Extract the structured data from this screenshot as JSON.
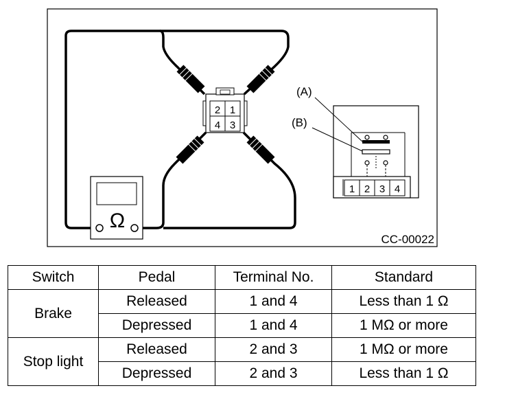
{
  "figure": {
    "caption_code": "CC-00022",
    "meter_symbol": "Ω",
    "connector_terminals": [
      "2",
      "1",
      "4",
      "3"
    ],
    "callouts": [
      "(A)",
      "(B)"
    ],
    "switch_terminals": [
      "1",
      "2",
      "3",
      "4"
    ]
  },
  "table": {
    "headers": [
      "Switch",
      "Pedal",
      "Terminal No.",
      "Standard"
    ],
    "groups": [
      {
        "switch": "Brake",
        "rows": [
          {
            "pedal": "Released",
            "terminal": "1 and 4",
            "standard": "Less than 1 Ω"
          },
          {
            "pedal": "Depressed",
            "terminal": "1 and 4",
            "standard": "1 MΩ or more"
          }
        ]
      },
      {
        "switch": "Stop light",
        "rows": [
          {
            "pedal": "Released",
            "terminal": "2 and 3",
            "standard": "1 MΩ or more"
          },
          {
            "pedal": "Depressed",
            "terminal": "2 and 3",
            "standard": "Less than 1 Ω"
          }
        ]
      }
    ]
  }
}
